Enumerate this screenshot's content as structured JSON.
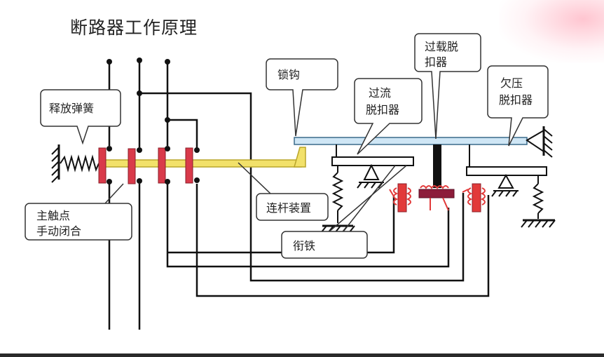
{
  "title": "断路器工作原理",
  "labels": {
    "release_spring": "释放弹簧",
    "main_contacts_line1": "主触点",
    "main_contacts_line2": "手动闭合",
    "latch_hook": "锁钩",
    "overcurrent_line1": "过流",
    "overcurrent_line2": "脱扣器",
    "overload_line1": "过载脱",
    "overload_line2": "扣器",
    "undervoltage_line1": "欠压",
    "undervoltage_line2": "脱扣器",
    "linkage": "连杆装置",
    "armature": "衔铁"
  },
  "colors": {
    "line": "#111111",
    "contact": "#d93a4a",
    "linkage_bar": "#f2e16a",
    "latch_bar": "#cfe6f5",
    "coil": "#e23a3a"
  }
}
